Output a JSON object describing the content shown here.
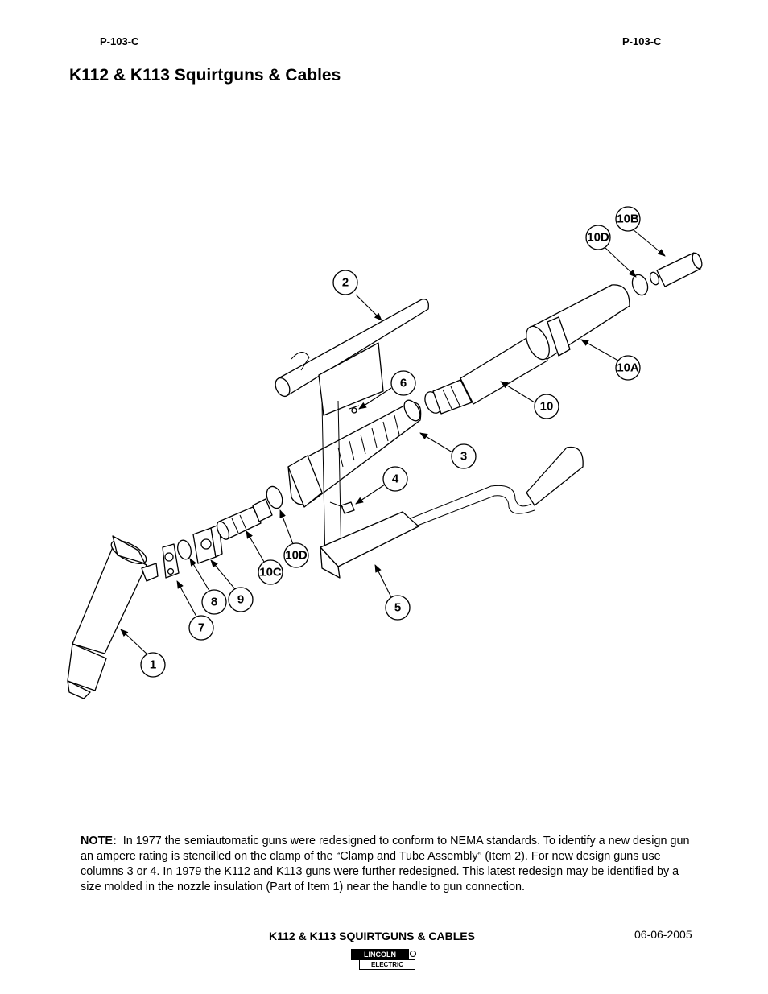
{
  "header": {
    "left_code": "P-103-C",
    "right_code": "P-103-C"
  },
  "title": "K112 & K113 Squirtguns & Cables",
  "callouts": [
    "1",
    "2",
    "3",
    "4",
    "5",
    "6",
    "7",
    "8",
    "9",
    "10",
    "10A",
    "10B",
    "10C",
    "10D",
    "10D"
  ],
  "note": {
    "label": "NOTE:",
    "text": "In 1977 the semiautomatic guns were redesigned to conform to NEMA standards.  To identify a new design gun an ampere rating is stencilled on the clamp of the “Clamp and Tube Assembly” (Item 2).  For new design guns use columns 3 or 4.  In 1979 the K112 and K113 guns were further redesigned.  This latest redesign may be identified by a size molded in the nozzle insulation (Part of Item 1) near the handle to gun connection."
  },
  "footer": {
    "title": "K112 & K113 SQUIRTGUNS & CABLES",
    "date": "06-06-2005",
    "logo_line1": "LINCOLN",
    "logo_line2": "ELECTRIC"
  }
}
